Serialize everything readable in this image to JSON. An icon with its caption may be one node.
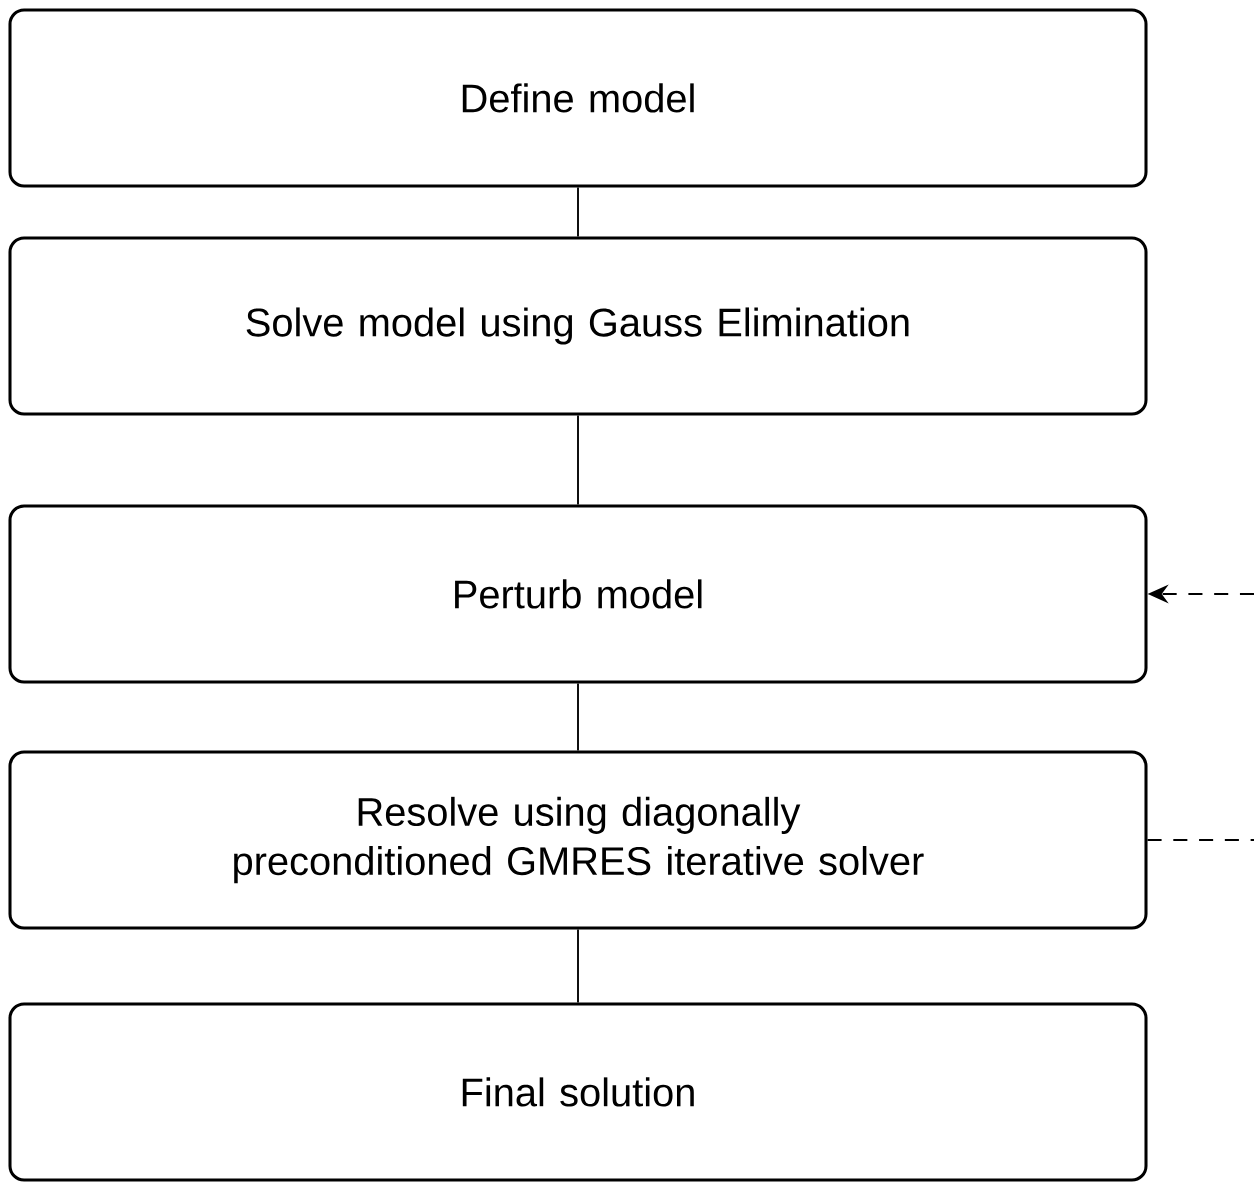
{
  "diagram": {
    "nodes": [
      {
        "text": [
          "Define model"
        ]
      },
      {
        "text": [
          "Solve model using Gauss Elimination"
        ]
      },
      {
        "text": [
          "Perturb model"
        ]
      },
      {
        "text": [
          "Resolve using diagonally preconditioned GMRES iterative solver"
        ]
      },
      {
        "text": [
          "Final solution"
        ]
      }
    ],
    "edges": [
      {
        "from": 0,
        "to": 1,
        "arrow": "none"
      },
      {
        "from": 1,
        "to": 2,
        "arrow": "none"
      },
      {
        "from": 2,
        "to": 3,
        "arrow": "none"
      },
      {
        "from": 3,
        "to": 4,
        "arrow": "none"
      },
      {
        "from": null,
        "to": 2,
        "arrow": "to",
        "style": "dashed"
      },
      {
        "from": 3,
        "to": null,
        "arrow": "none",
        "style": "dashed"
      }
    ]
  }
}
